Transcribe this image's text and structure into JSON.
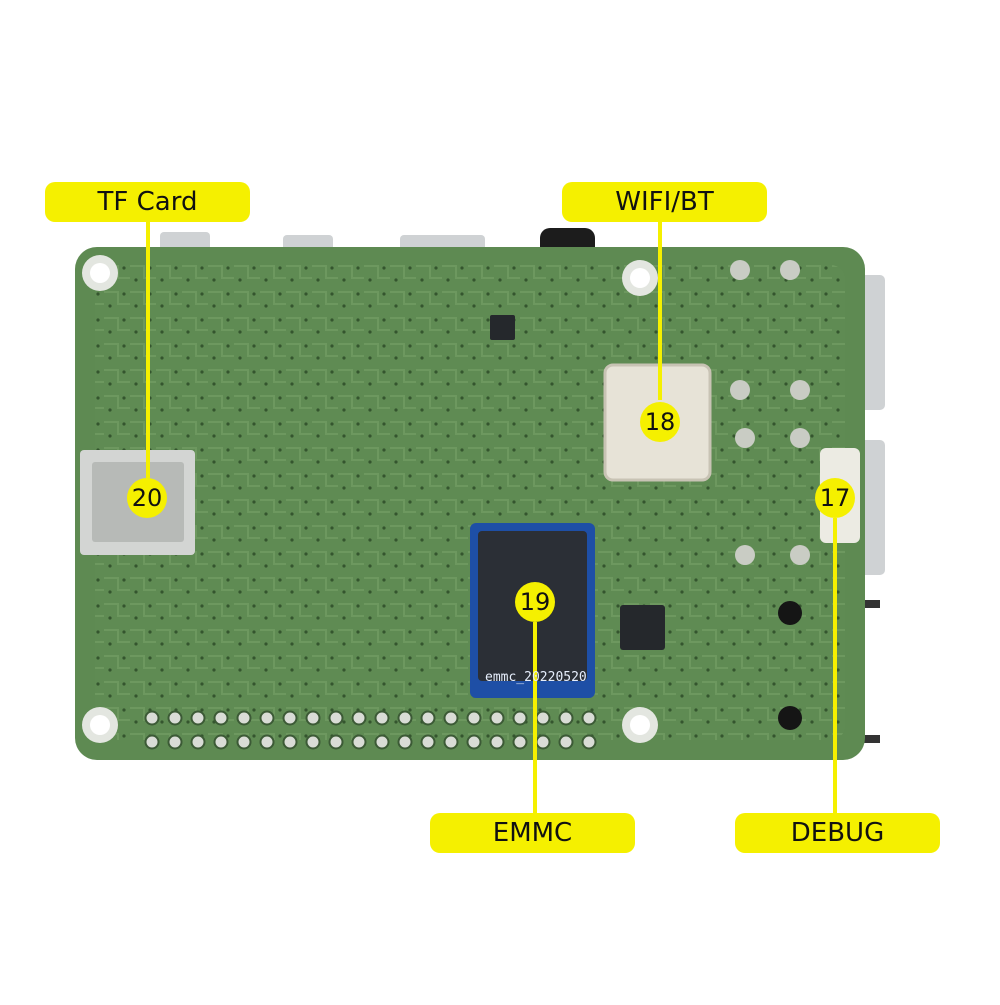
{
  "callouts": [
    {
      "id": "tf",
      "label": "TF Card",
      "number": "20"
    },
    {
      "id": "wifi",
      "label": "WIFI/BT",
      "number": "18"
    },
    {
      "id": "emmc",
      "label": "EMMC",
      "number": "19"
    },
    {
      "id": "debug",
      "label": "DEBUG",
      "number": "17"
    }
  ],
  "chip_marking": "emmc_20220520",
  "colors": {
    "highlight": "#f5f000",
    "pcb": "#5e8a52",
    "emmc_chip": "#1e4fa6",
    "wifi_module": "#e7e3d7"
  }
}
